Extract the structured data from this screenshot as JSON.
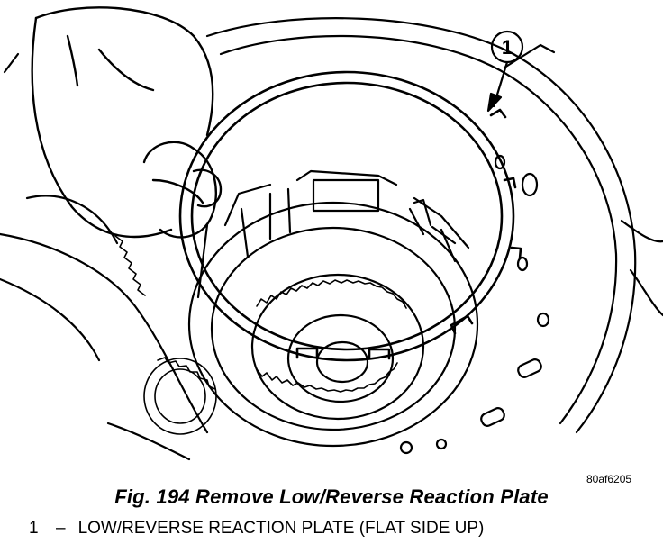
{
  "figure": {
    "callout_number": "1",
    "drawing_id": "80af6205",
    "caption": "Fig. 194 Remove Low/Reverse Reaction Plate"
  },
  "legend": [
    {
      "number": "1",
      "separator": "–",
      "text": "LOW/REVERSE REACTION PLATE (FLAT SIDE UP)"
    }
  ]
}
